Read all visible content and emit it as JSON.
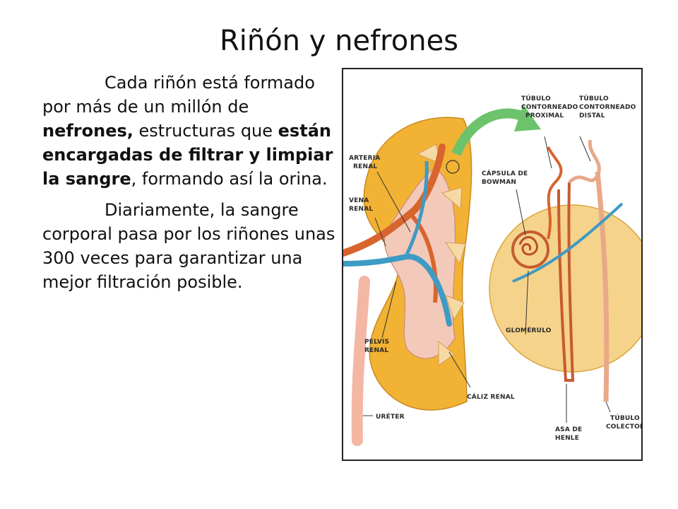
{
  "slide": {
    "title": "Riñón y nefrones",
    "paragraph1": {
      "t1": "Cada riñón está formado por más de un millón de ",
      "b1": "nefrones,",
      "t2": " estructuras  que ",
      "b2": "están encargadas de filtrar y limpiar la sangre",
      "t3": ", formando así la orina."
    },
    "paragraph2": "Diariamente, la sangre corporal pasa por los riñones unas 300 veces para garantizar una mejor filtración posible."
  },
  "diagram": {
    "labels": {
      "arteria_1": "ARTERIA",
      "arteria_2": "RENAL",
      "vena_1": "VENA",
      "vena_2": "RENAL",
      "pelvis_1": "PELVIS",
      "pelvis_2": "RENAL",
      "ureter": "URÉTER",
      "caliz": "CÁLIZ RENAL",
      "tub_prox_1": "TÚBULO",
      "tub_prox_2": "CONTORNEADO",
      "tub_prox_3": "PROXIMAL",
      "tub_dist_1": "TÚBULO",
      "tub_dist_2": "CONTORNEADO",
      "tub_dist_3": "DISTAL",
      "capsula_1": "CÁPSULA DE",
      "capsula_2": "BOWMAN",
      "glomerulo": "GLOMÉRULO",
      "asa_1": "ASA DE",
      "asa_2": "HENLE",
      "colector_1": "TÚBULO",
      "colector_2": "COLECTOR"
    },
    "colors": {
      "cortex": "#f2b233",
      "medulla": "#f6d9a3",
      "pelvis": "#f3c9b9",
      "artery": "#d8642e",
      "vein": "#3e9bc4",
      "arrow": "#6cc36b"
    }
  }
}
